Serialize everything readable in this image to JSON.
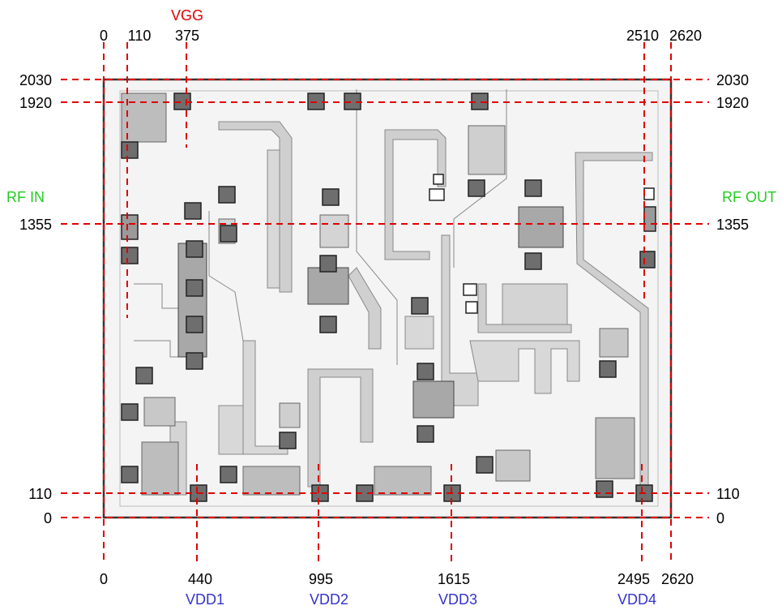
{
  "colors": {
    "dimension_line": "#e00000",
    "vgg": "#e00000",
    "rf": "#22cc22",
    "vdd": "#3333cc",
    "chip_border": "#333333",
    "pad_fill": "#777777",
    "trace_fill": "#c8c8c8",
    "trace_stroke": "#666666"
  },
  "x_coords": {
    "top": [
      "0",
      "110",
      "375",
      "2510",
      "2620"
    ],
    "bottom": [
      "0",
      "440",
      "995",
      "1615",
      "2495",
      "2620"
    ]
  },
  "y_coords": {
    "left": [
      "2030",
      "1920",
      "1355",
      "110",
      "0"
    ],
    "right": [
      "2030",
      "1920",
      "1355",
      "110",
      "0"
    ]
  },
  "signals": {
    "vgg": "VGG",
    "rf_in": "RF IN",
    "rf_out": "RF OUT",
    "vdd1": "VDD1",
    "vdd2": "VDD2",
    "vdd3": "VDD3",
    "vdd4": "VDD4"
  }
}
